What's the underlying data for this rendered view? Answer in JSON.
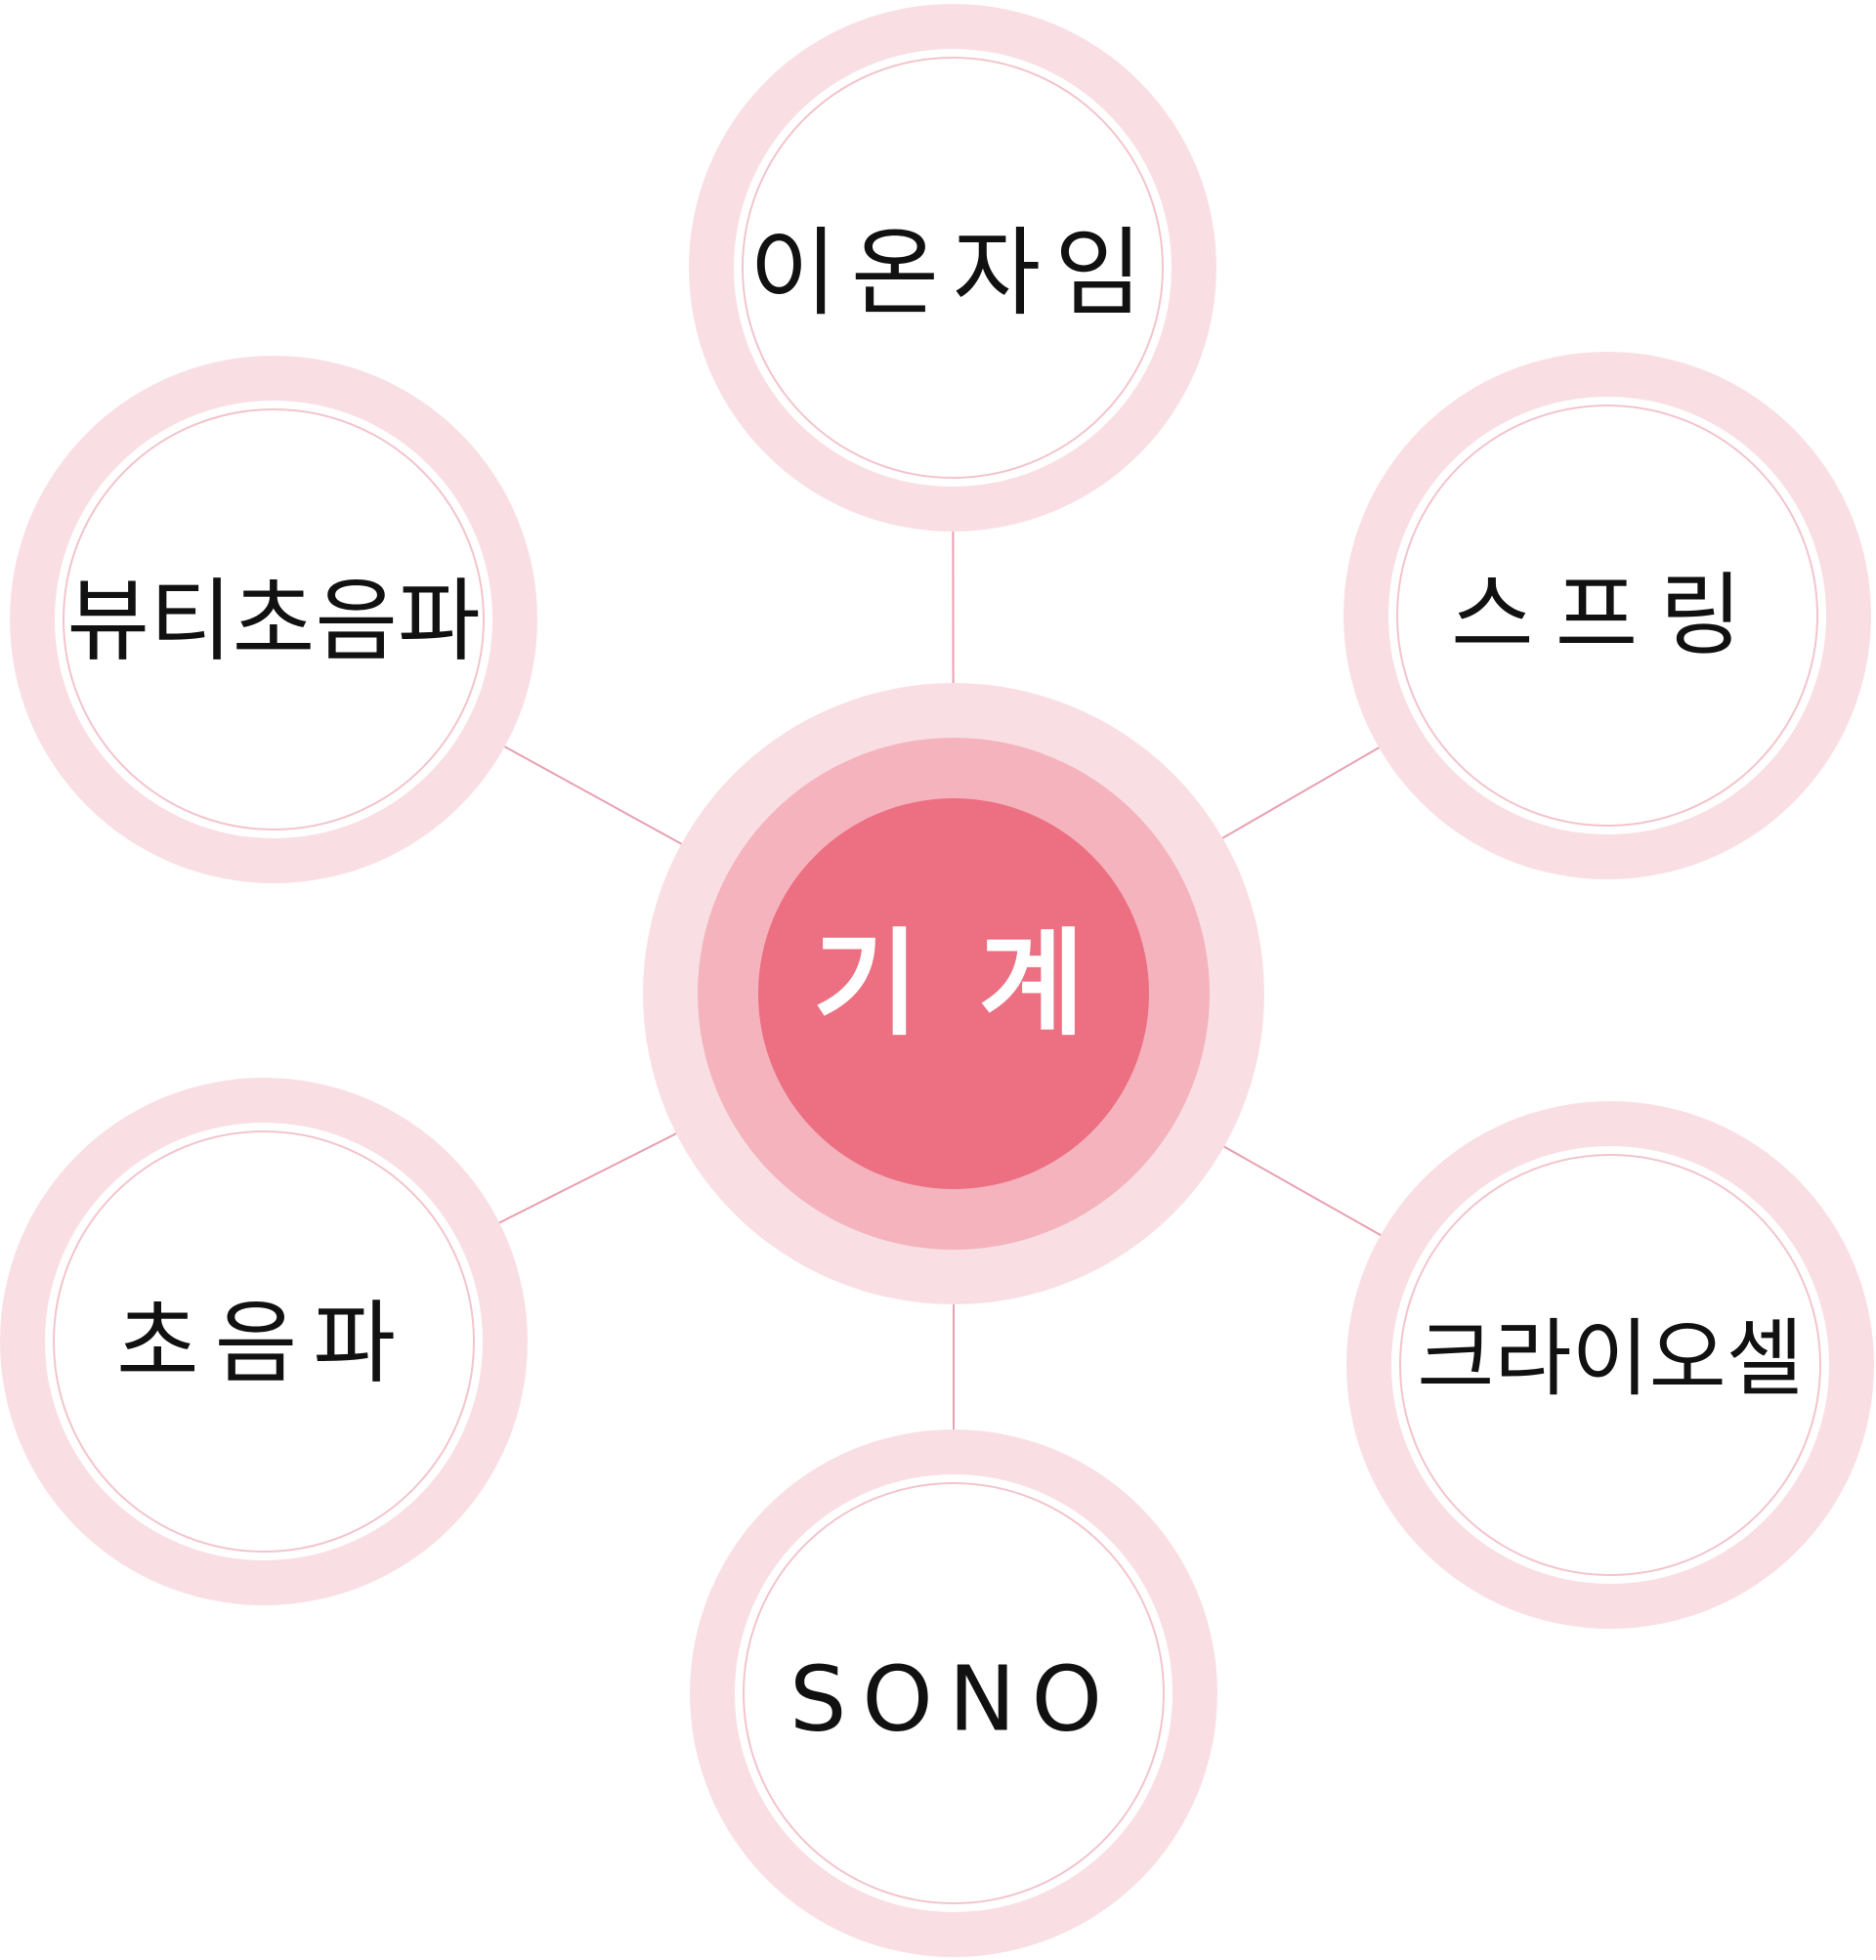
{
  "center": {
    "label": "기 계"
  },
  "nodes": [
    {
      "id": "top",
      "label": "이온자임"
    },
    {
      "id": "upper-left",
      "label": "뷰티초음파"
    },
    {
      "id": "upper-right",
      "label": "스프링"
    },
    {
      "id": "lower-left",
      "label": "초음파"
    },
    {
      "id": "lower-right",
      "label": "크라이오셀"
    },
    {
      "id": "bottom",
      "label": "SONO"
    }
  ],
  "colors": {
    "connector": "#e8a0b0",
    "ring_pale": "#f9dfe4",
    "ring_mid": "#f4b3bd",
    "center_fill": "#ec6f82",
    "inner_ring_stroke": "#f3c4cc",
    "text_dark": "#111111",
    "text_light": "#ffffff"
  }
}
